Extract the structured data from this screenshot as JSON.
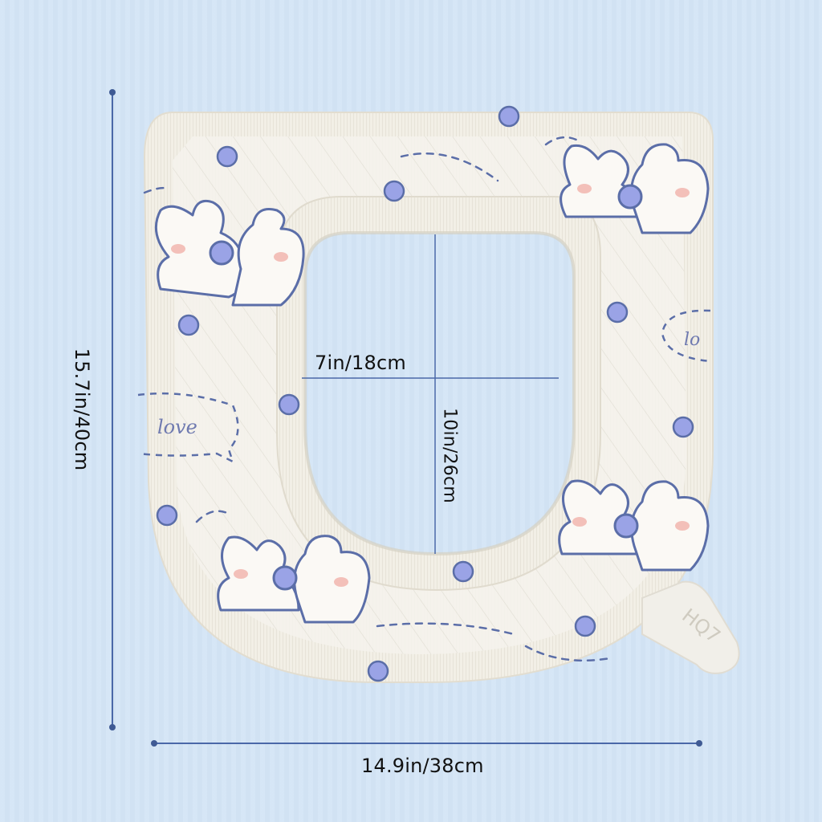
{
  "product": {
    "name": "toilet-seat-cover",
    "pattern": "bunny-with-ice-cream",
    "tab_text": "HQ7",
    "love_text_left": "love",
    "love_text_right": "lo"
  },
  "dimensions": {
    "height_label": "15.7in/40cm",
    "width_label": "14.9in/38cm",
    "inner_width_label": "7in/18cm",
    "inner_height_label": "10in/26cm"
  },
  "colors": {
    "background": "#d3e5f6",
    "cover": "#f3f1ea",
    "outline": "#5b6ea8",
    "dimension_line": "#4a68a8",
    "blush": "#f0a8a0",
    "berry": "#8f9ae0"
  }
}
